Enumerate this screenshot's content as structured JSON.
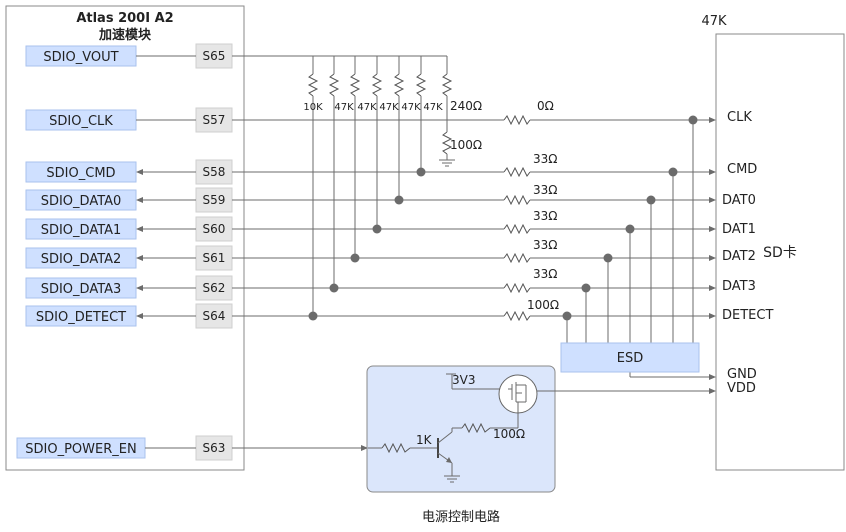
{
  "module": {
    "title_line1": "Atlas 200I A2",
    "title_line2": "加速模块"
  },
  "signals": [
    {
      "name": "SDIO_VOUT",
      "pin": "S65"
    },
    {
      "name": "SDIO_CLK",
      "pin": "S57"
    },
    {
      "name": "SDIO_CMD",
      "pin": "S58"
    },
    {
      "name": "SDIO_DATA0",
      "pin": "S59"
    },
    {
      "name": "SDIO_DATA1",
      "pin": "S60"
    },
    {
      "name": "SDIO_DATA2",
      "pin": "S61"
    },
    {
      "name": "SDIO_DATA3",
      "pin": "S62"
    },
    {
      "name": "SDIO_DETECT",
      "pin": "S64"
    },
    {
      "name": "SDIO_POWER_EN",
      "pin": "S63"
    }
  ],
  "pullups": [
    "10K",
    "47K",
    "47K",
    "47K",
    "47K",
    "47K"
  ],
  "clk_resistor_top": "240Ω",
  "clk_resistor_bottom": "100Ω",
  "series_resistors": [
    "0Ω",
    "33Ω",
    "33Ω",
    "33Ω",
    "33Ω",
    "33Ω",
    "100Ω"
  ],
  "sd_card": {
    "label": "SD卡",
    "top_label": "47K",
    "pins": [
      "CLK",
      "CMD",
      "DAT0",
      "DAT1",
      "DAT2",
      "DAT3",
      "DETECT",
      "GND",
      "VDD"
    ]
  },
  "esd_label": "ESD",
  "power_circuit": {
    "vcc": "3V3",
    "base_resistor": "1K",
    "pullup_resistor": "100Ω",
    "caption": "电源控制电路"
  }
}
